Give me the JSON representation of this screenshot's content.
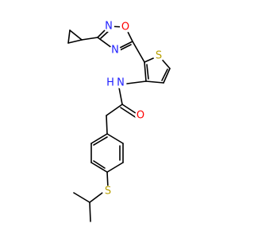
{
  "molecule": {
    "atoms": {
      "n_oxadiazole_top": {
        "label": "N",
        "color": "#2020ff"
      },
      "o_oxadiazole": {
        "label": "O",
        "color": "#ff0000"
      },
      "n_oxadiazole_bottom": {
        "label": "N",
        "color": "#2020ff"
      },
      "s_thiophene": {
        "label": "S",
        "color": "#b8a000"
      },
      "n_amide": {
        "label": "N",
        "color": "#2020ff"
      },
      "h_amide": {
        "label": "H",
        "color": "#2020ff"
      },
      "o_carbonyl": {
        "label": "O",
        "color": "#ff0000"
      },
      "s_thioether": {
        "label": "S",
        "color": "#b8a000"
      }
    },
    "bond_color": "#000000"
  }
}
